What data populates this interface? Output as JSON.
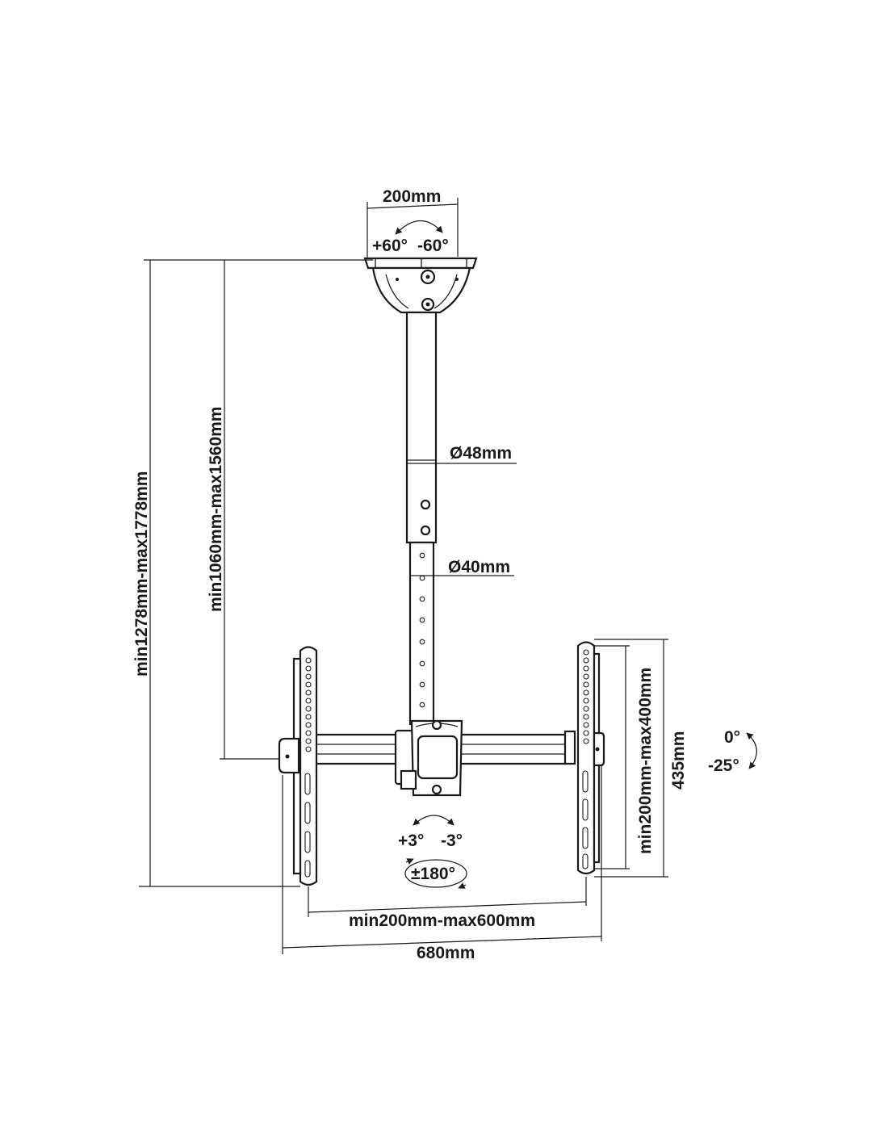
{
  "diagram": {
    "labels": {
      "top_plate_width": "200mm",
      "top_tilt_plus": "+60°",
      "top_tilt_minus": "-60°",
      "outer_tube_diameter": "Ø48mm",
      "inner_tube_diameter": "Ø40mm",
      "total_height": "min1278mm-max1778mm",
      "pole_height": "min1060mm-max1560mm",
      "bracket_height": "min200mm-max400mm",
      "rail_length": "435mm",
      "tilt_zero": "0°",
      "tilt_down": "-25°",
      "swivel_plus": "+3°",
      "swivel_minus": "-3°",
      "rotation": "±180°",
      "vesa_width": "min200mm-max600mm",
      "overall_width": "680mm"
    }
  }
}
